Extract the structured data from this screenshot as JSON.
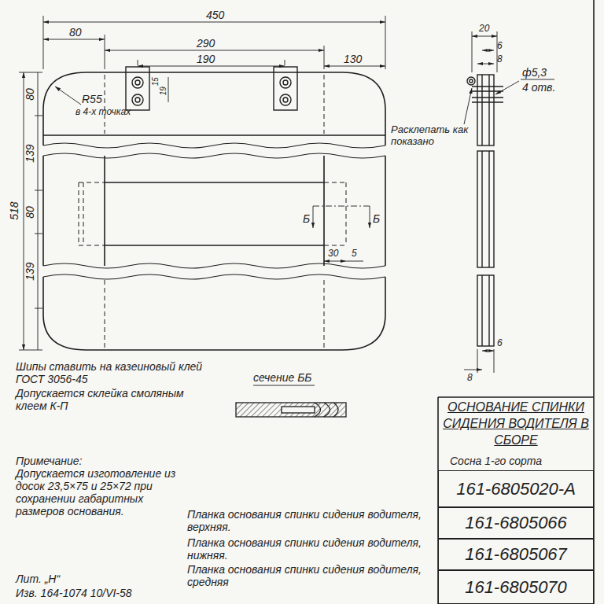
{
  "diagram": {
    "title": "ОСНОВАНИЕ СПИНКИ СИДЕНИЯ ВОДИТЕЛЯ В СБОРЕ",
    "nodes": [
      {
        "text": [
          "161-6805020-А"
        ]
      },
      {
        "text": [
          "161-6805066"
        ]
      },
      {
        "text": [
          "161-6805067"
        ]
      },
      {
        "text": [
          "161-6805070"
        ]
      }
    ],
    "labels": [
      "450",
      "80",
      "290",
      "190",
      "130",
      "15",
      "19",
      "R55",
      "в 4-х точках",
      "80",
      "139",
      "518",
      "80",
      "139",
      "Б",
      "Б",
      "30",
      "5",
      "20",
      "6",
      "8",
      "ф5,3",
      "4 отв.",
      "Расклепать как показано",
      "8",
      "6",
      "Шипы ставить на казеиновый клей ГОСТ 3056-45",
      "Допускается склейка смоляным клеем К-П",
      "сечение ББ",
      "Примечание:",
      "Допускается изготовление из досок 23,5×75 и 25×72 при сохранении габаритных размеров основания.",
      "Сосна 1-го сорта",
      "Планка основания спинки сидения водителя, верхняя.",
      "Планка основания спинки сидения водителя, нижняя.",
      "Планка основания спинки сидения водителя, средняя",
      "Лит. „Н“",
      "Изв. 164-1074 10/VI-58"
    ]
  }
}
